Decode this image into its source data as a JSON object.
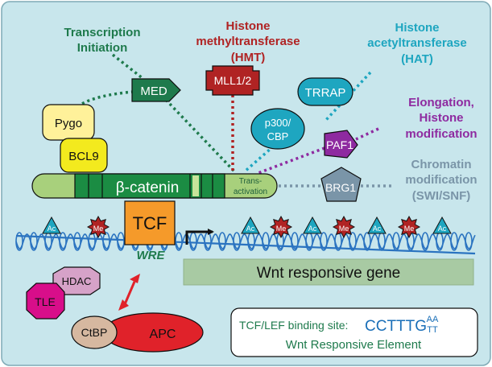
{
  "colors": {
    "background": "#c8e6ec",
    "green_dark": "#1e7a4c",
    "red_dark": "#b02323",
    "cyan": "#1ea6c0",
    "purple": "#8e2aa0",
    "slate": "#7a95a8",
    "dna": "#2a73c0"
  },
  "labels": {
    "transcription_initiation": [
      "Transcription",
      "Initiation"
    ],
    "hmt": [
      "Histone",
      "methyltransferase",
      "(HMT)"
    ],
    "hat": [
      "Histone",
      "acetyltransferase",
      "(HAT)"
    ],
    "elongation": [
      "Elongation,",
      "Histone",
      "modification"
    ],
    "chromatin": [
      "Chromatin",
      "modification",
      "(SWI/SNF)"
    ]
  },
  "proteins": {
    "med": "MED",
    "mll": "MLL1/2",
    "trrap": "TRRAP",
    "p300": [
      "p300/",
      "CBP"
    ],
    "paf1": "PAF1",
    "brg1": "BRG1",
    "pygo": "Pygo",
    "bcl9": "BCL9",
    "beta_catenin": "β-catenin",
    "transactivation": [
      "Trans-",
      "activation"
    ],
    "tcf": "TCF",
    "hdac": "HDAC",
    "tle": "TLE",
    "ctbp": "CtBP",
    "apc": "APC"
  },
  "histone_marks": {
    "ac": "Ac",
    "me": "Me",
    "sequence": [
      "Ac",
      "Me",
      "Ac",
      "Me",
      "Ac",
      "Me",
      "Ac",
      "Me",
      "Ac"
    ]
  },
  "gene": {
    "wre_label": "WRE",
    "gene_label": "Wnt responsive gene"
  },
  "legend": {
    "prefix": "TCF/LEF binding site:",
    "sequence": "CCTTTG",
    "top": "AA",
    "bottom": "TT",
    "caption": "Wnt Responsive Element"
  }
}
